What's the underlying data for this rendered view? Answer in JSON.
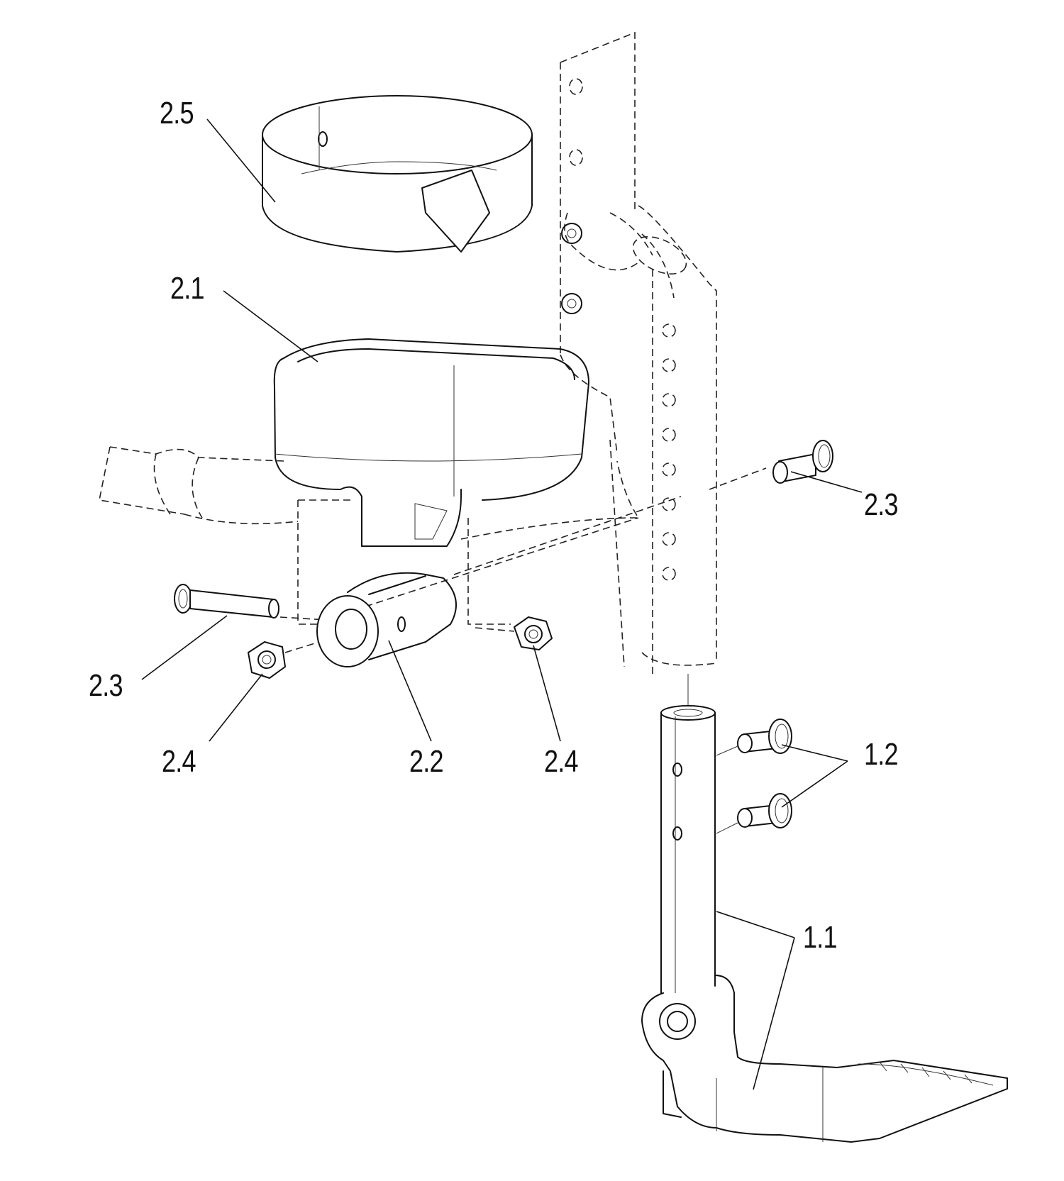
{
  "labels": {
    "p2_5": "2.5",
    "p2_1": "2.1",
    "p2_3_right": "2.3",
    "p2_3_left": "2.3",
    "p2_4_left": "2.4",
    "p2_2": "2.2",
    "p2_4_right": "2.4",
    "p1_2": "1.2",
    "p1_1": "1.1"
  }
}
